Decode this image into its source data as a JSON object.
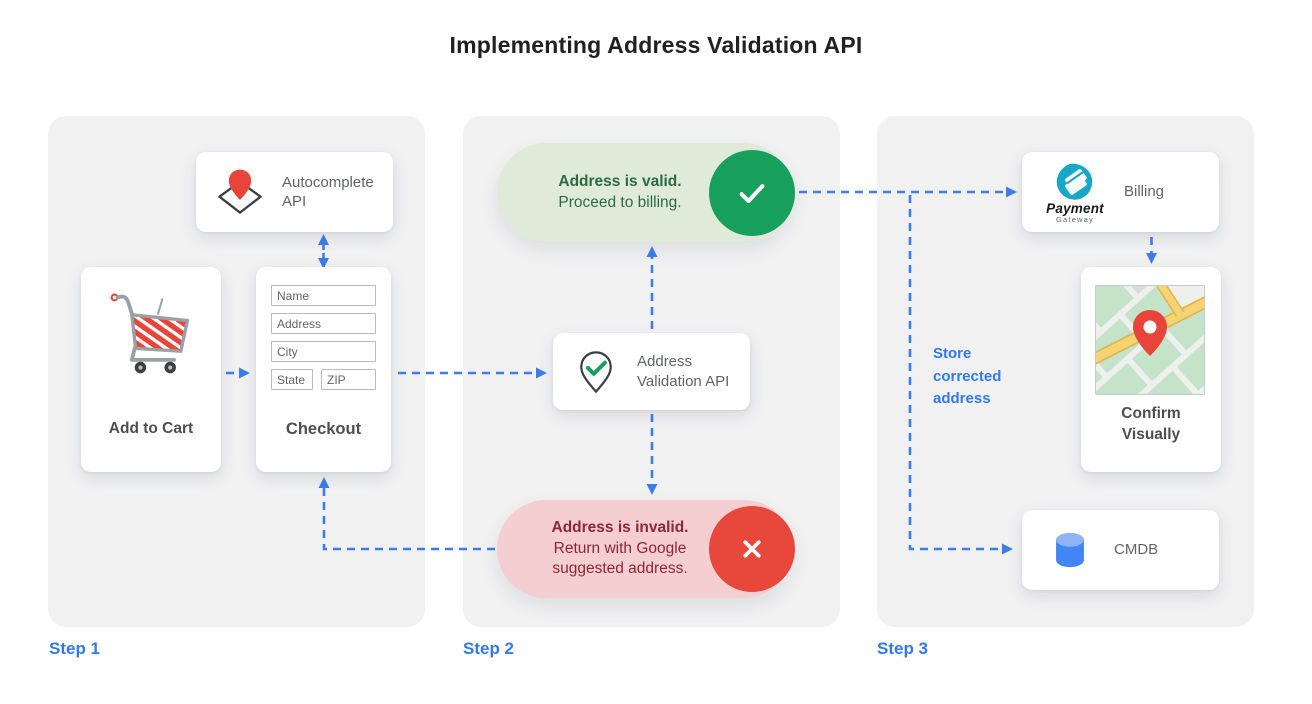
{
  "title": "Implementing Address Validation API",
  "colors": {
    "arrow_blue": "#3d7de9",
    "label_blue": "#3179ed",
    "panel_gray": "#f1f1f2",
    "valid_pill_bg": "#dfead9",
    "valid_text": "#2d6a42",
    "valid_circle": "#16a05c",
    "invalid_pill_bg": "#f5ced2",
    "invalid_text": "#8e2633",
    "invalid_circle": "#e8473c",
    "card_text_gray": "#5f6368",
    "pin_red": "#e8453a",
    "gateway_teal": "#18a7c6",
    "cmdb_blue": "#4285f4"
  },
  "step1": {
    "label": "Step 1",
    "autocomplete_card": {
      "label": "Autocomplete API",
      "icon": "map-pin-diamond-icon"
    },
    "cart_card": {
      "label": "Add to Cart",
      "icon": "shopping-cart-icon"
    },
    "checkout_card": {
      "label": "Checkout",
      "fields": {
        "name": "Name",
        "address": "Address",
        "city": "City",
        "state": "State",
        "zip": "ZIP"
      }
    }
  },
  "step2": {
    "label": "Step 2",
    "valid_pill": {
      "headline": "Address is valid.",
      "body": "Proceed to billing.",
      "icon": "check-circle-icon"
    },
    "validation_card": {
      "label": "Address Validation API",
      "icon": "pin-check-icon"
    },
    "invalid_pill": {
      "headline": "Address is invalid.",
      "body": "Return with Google suggested address.",
      "icon": "x-circle-icon"
    }
  },
  "step3": {
    "label": "Step 3",
    "billing_card": {
      "label": "Billing",
      "logo_name": "Payment",
      "logo_sub": "Gateway",
      "icon": "payment-gateway-logo"
    },
    "confirm_card": {
      "label": "Confirm Visually",
      "icon": "map-thumbnail"
    },
    "cmdb_card": {
      "label": "CMDB",
      "icon": "database-icon"
    },
    "annotation": "Store corrected address"
  }
}
